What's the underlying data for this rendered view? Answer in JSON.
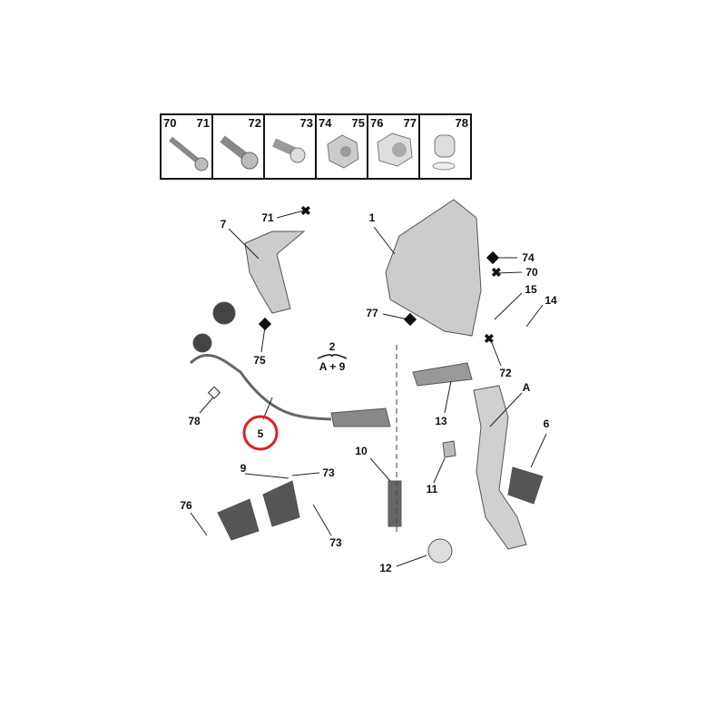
{
  "legend": [
    {
      "left": "70",
      "right": "71",
      "icon": "bolt-icon"
    },
    {
      "left": "",
      "right": "72",
      "icon": "flange-bolt-icon"
    },
    {
      "left": "",
      "right": "73",
      "icon": "button-head-screw-icon"
    },
    {
      "left": "74",
      "right": "75",
      "icon": "flange-nut-icon"
    },
    {
      "left": "76",
      "right": "77",
      "icon": "hex-nut-icon"
    },
    {
      "left": "",
      "right": "78",
      "icon": "clip-icon"
    }
  ],
  "callouts": {
    "c7": "7",
    "c71": "71",
    "c1": "1",
    "c74": "74",
    "c70": "70",
    "c15": "15",
    "c14": "14",
    "c77": "77",
    "c75": "75",
    "c2": "2",
    "cA9": "A + 9",
    "c72": "72",
    "c78": "78",
    "c5": "5",
    "c13": "13",
    "cA": "A",
    "c6": "6",
    "c10": "10",
    "c11": "11",
    "c9": "9",
    "c73a": "73",
    "c76": "76",
    "c73b": "73",
    "c12": "12"
  },
  "highlight_color": "#e02020"
}
